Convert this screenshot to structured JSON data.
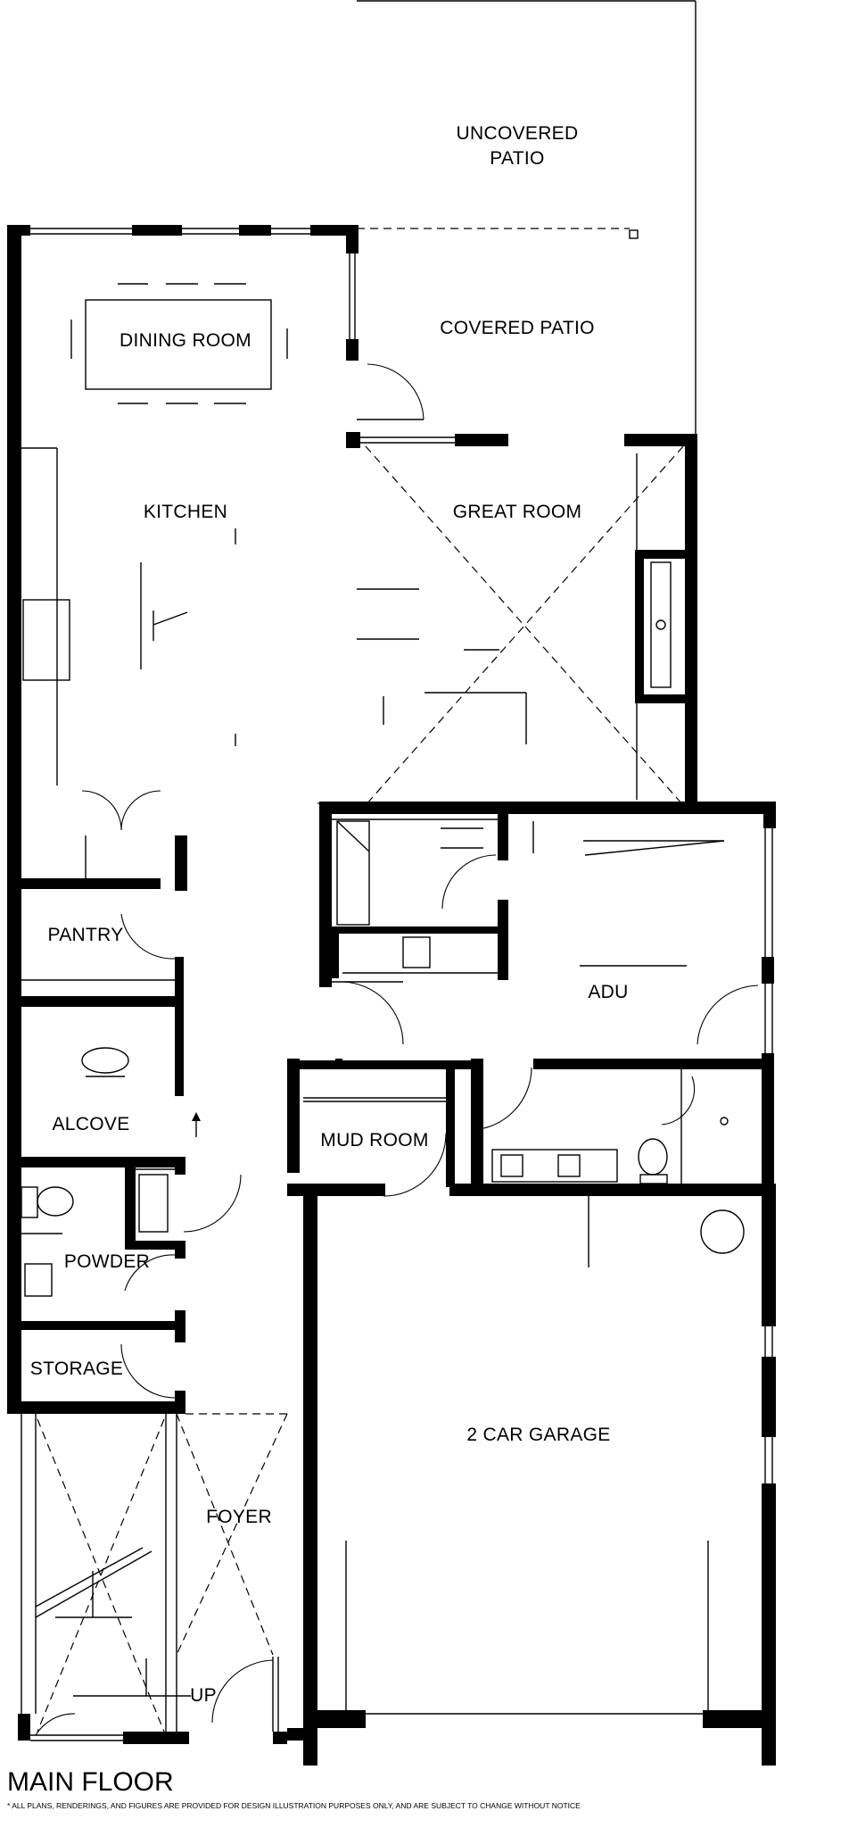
{
  "title": "MAIN FLOOR",
  "disclaimer": "* ALL PLANS, RENDERINGS, AND FIGURES ARE PROVIDED FOR DESIGN ILLUSTRATION PURPOSES ONLY, AND ARE SUBJECT TO CHANGE WITHOUT NOTICE",
  "rooms": {
    "uncovered_patio_1": "UNCOVERED",
    "uncovered_patio_2": "PATIO",
    "covered_patio": "COVERED PATIO",
    "dining_room": "DINING ROOM",
    "kitchen": "KITCHEN",
    "great_room": "GREAT ROOM",
    "pantry": "PANTRY",
    "adu": "ADU",
    "alcove": "ALCOVE",
    "mud_room": "MUD ROOM",
    "powder": "POWDER",
    "storage": "STORAGE",
    "garage": "2 CAR GARAGE",
    "foyer": "FOYER",
    "stair_up": "UP"
  }
}
